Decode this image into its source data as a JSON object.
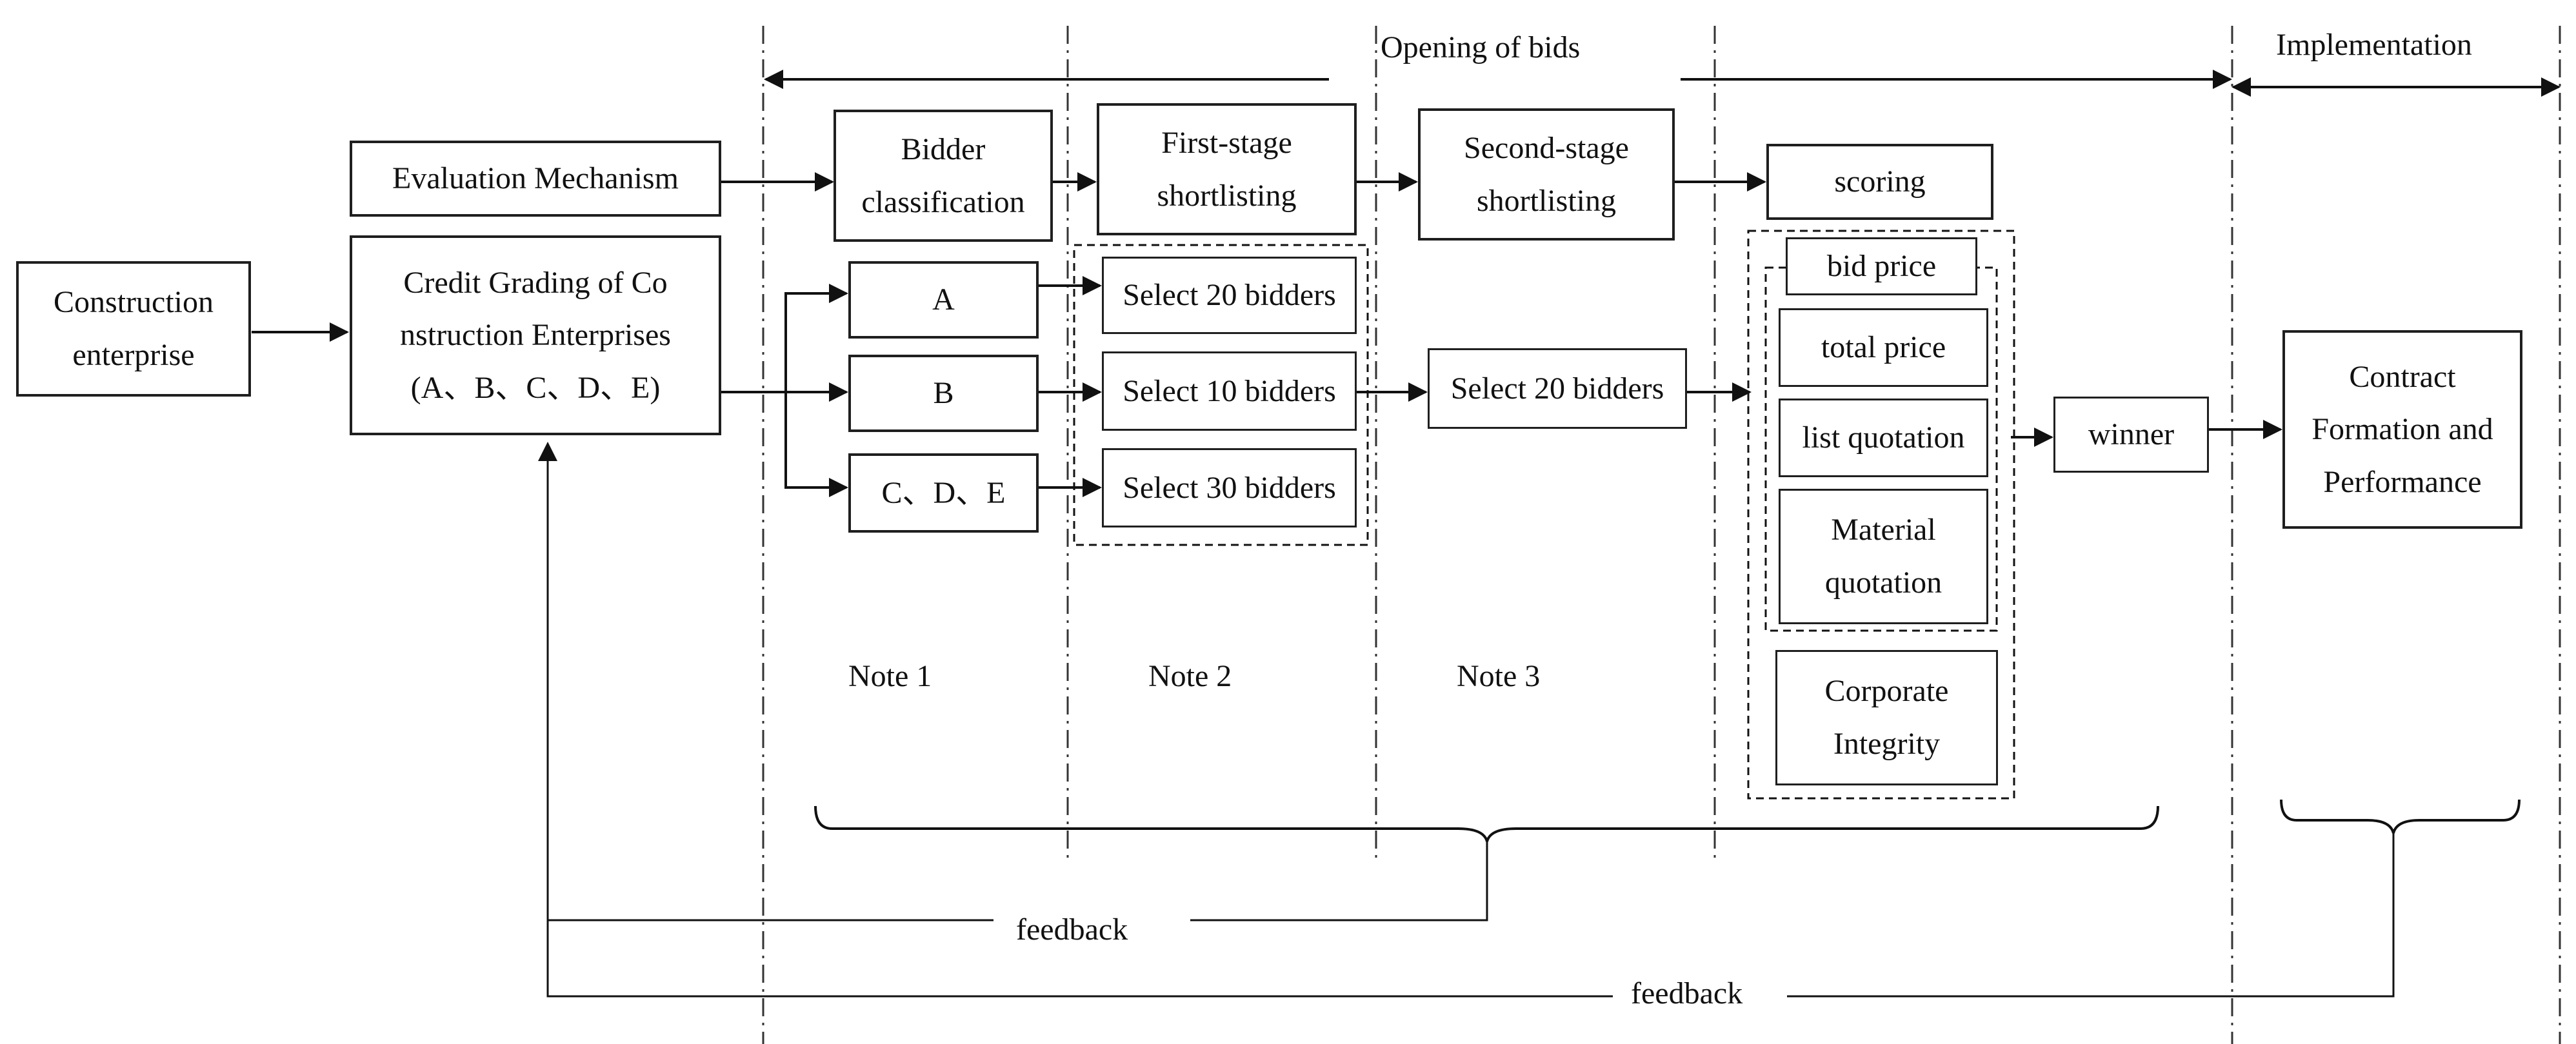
{
  "header": {
    "opening_of_bids": "Opening of bids",
    "implementation": "Implementation"
  },
  "boxes": {
    "construction_enterprise": "Construction\nenterprise",
    "evaluation_mechanism": "Evaluation Mechanism",
    "credit_grading": "Credit Grading of Co\nnstruction Enterprises\n(A、B、C、D、E)",
    "bidder_classification": "Bidder\nclassification",
    "first_stage": "First-stage\nshortlisting",
    "second_stage": "Second-stage\nshortlisting",
    "scoring": "scoring",
    "class_a": "A",
    "class_b": "B",
    "class_cde": "C、D、E",
    "select_a": "Select 20 bidders",
    "select_b": "Select 10 bidders",
    "select_cde": "Select 30 bidders",
    "select_second": "Select 20 bidders",
    "bid_price": "bid price",
    "total_price": "total price",
    "list_quotation": "list quotation",
    "material_quotation": "Material\nquotation",
    "corporate_integrity": "Corporate\nIntegrity",
    "winner": "winner",
    "contract": "Contract\nFormation and\nPerformance"
  },
  "notes": {
    "note1": "Note 1",
    "note2": "Note 2",
    "note3": "Note 3"
  },
  "feedback": {
    "inner": "feedback",
    "outer": "feedback"
  }
}
